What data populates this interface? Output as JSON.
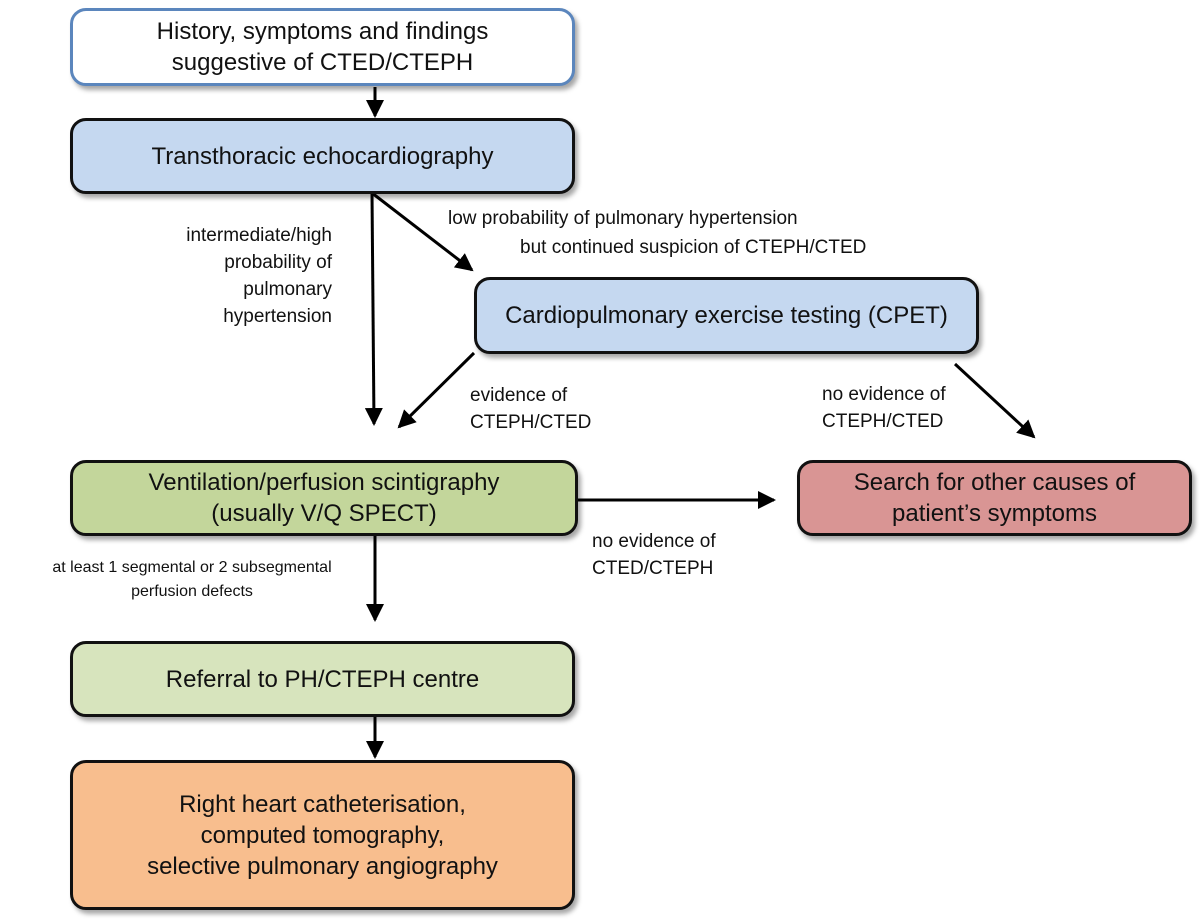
{
  "title": "Diagnostic algorithm for CTED/CTEPH",
  "colors": {
    "start_border": "#5b86bd",
    "start_fill": "#ffffff",
    "blue_fill": "#c5d8f0",
    "green_dark_fill": "#c3d69b",
    "green_light_fill": "#d7e4bd",
    "red_fill": "#d99594",
    "orange_fill": "#f8be8e"
  },
  "nodes": {
    "start": "History, symptoms and findings\nsuggestive of CTED/CTEPH",
    "tte": "Transthoracic echocardiography",
    "cpet": "Cardiopulmonary exercise testing (CPET)",
    "vq": "Ventilation/perfusion scintigraphy\n(usually V/Q SPECT)",
    "other": "Search for other causes of\npatient’s symptoms",
    "referral": "Referral to PH/CTEPH centre",
    "final": "Right heart catheterisation,\ncomputed tomography,\nselective pulmonary angiography"
  },
  "edge_labels": {
    "tte_to_vq": "intermediate/high\nprobability of\npulmonary\nhypertension",
    "tte_to_cpet_line1": "low probability of pulmonary hypertension",
    "tte_to_cpet_line2": "but continued suspicion of CTEPH/CTED",
    "cpet_to_vq": "evidence of\nCTEPH/CTED",
    "cpet_to_other": "no evidence of\nCTEPH/CTED",
    "vq_to_other": "no evidence of\nCTED/CTEPH",
    "vq_to_referral": "at least 1 segmental or 2 subsegmental\nperfusion defects"
  }
}
